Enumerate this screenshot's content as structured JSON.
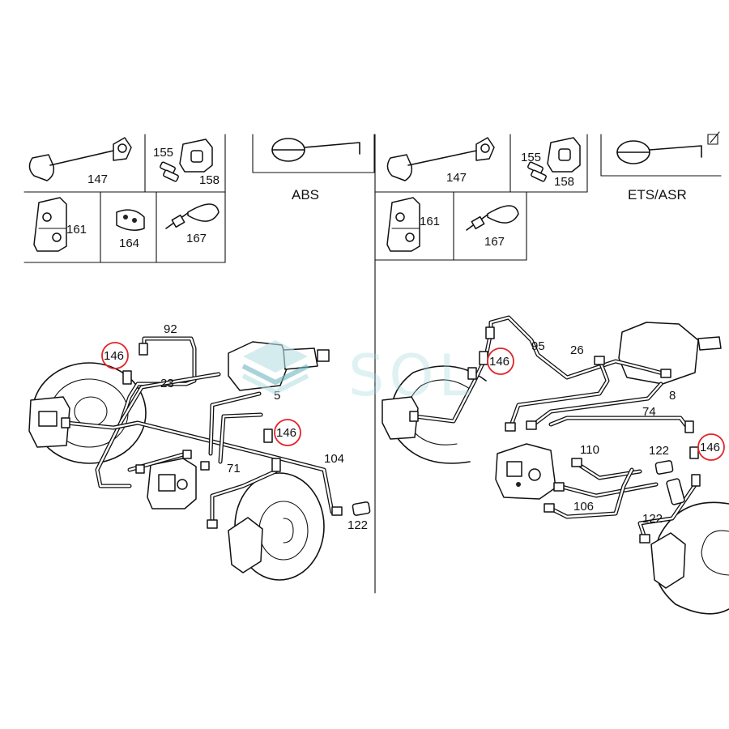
{
  "panels": {
    "left": {
      "header": "ABS",
      "legend": {
        "p147": "147",
        "p155": "155",
        "p158": "158",
        "p161": "161",
        "p164": "164",
        "p167": "167"
      },
      "callouts": {
        "c92": "92",
        "c146a": "146",
        "c23": "23",
        "c5": "5",
        "c146b": "146",
        "c104": "104",
        "c71": "71",
        "c122": "122"
      }
    },
    "right": {
      "header": "ETS/ASR",
      "legend": {
        "p147": "147",
        "p155": "155",
        "p158": "158",
        "p161": "161",
        "p167": "167"
      },
      "callouts": {
        "c146a": "146",
        "c95": "95",
        "c26": "26",
        "c8": "8",
        "c74": "74",
        "c146b": "146",
        "c110": "110",
        "c122a": "122",
        "c106": "106",
        "c122b": "122"
      }
    }
  },
  "highlight_color": "#e0262a",
  "watermark": "SOL"
}
